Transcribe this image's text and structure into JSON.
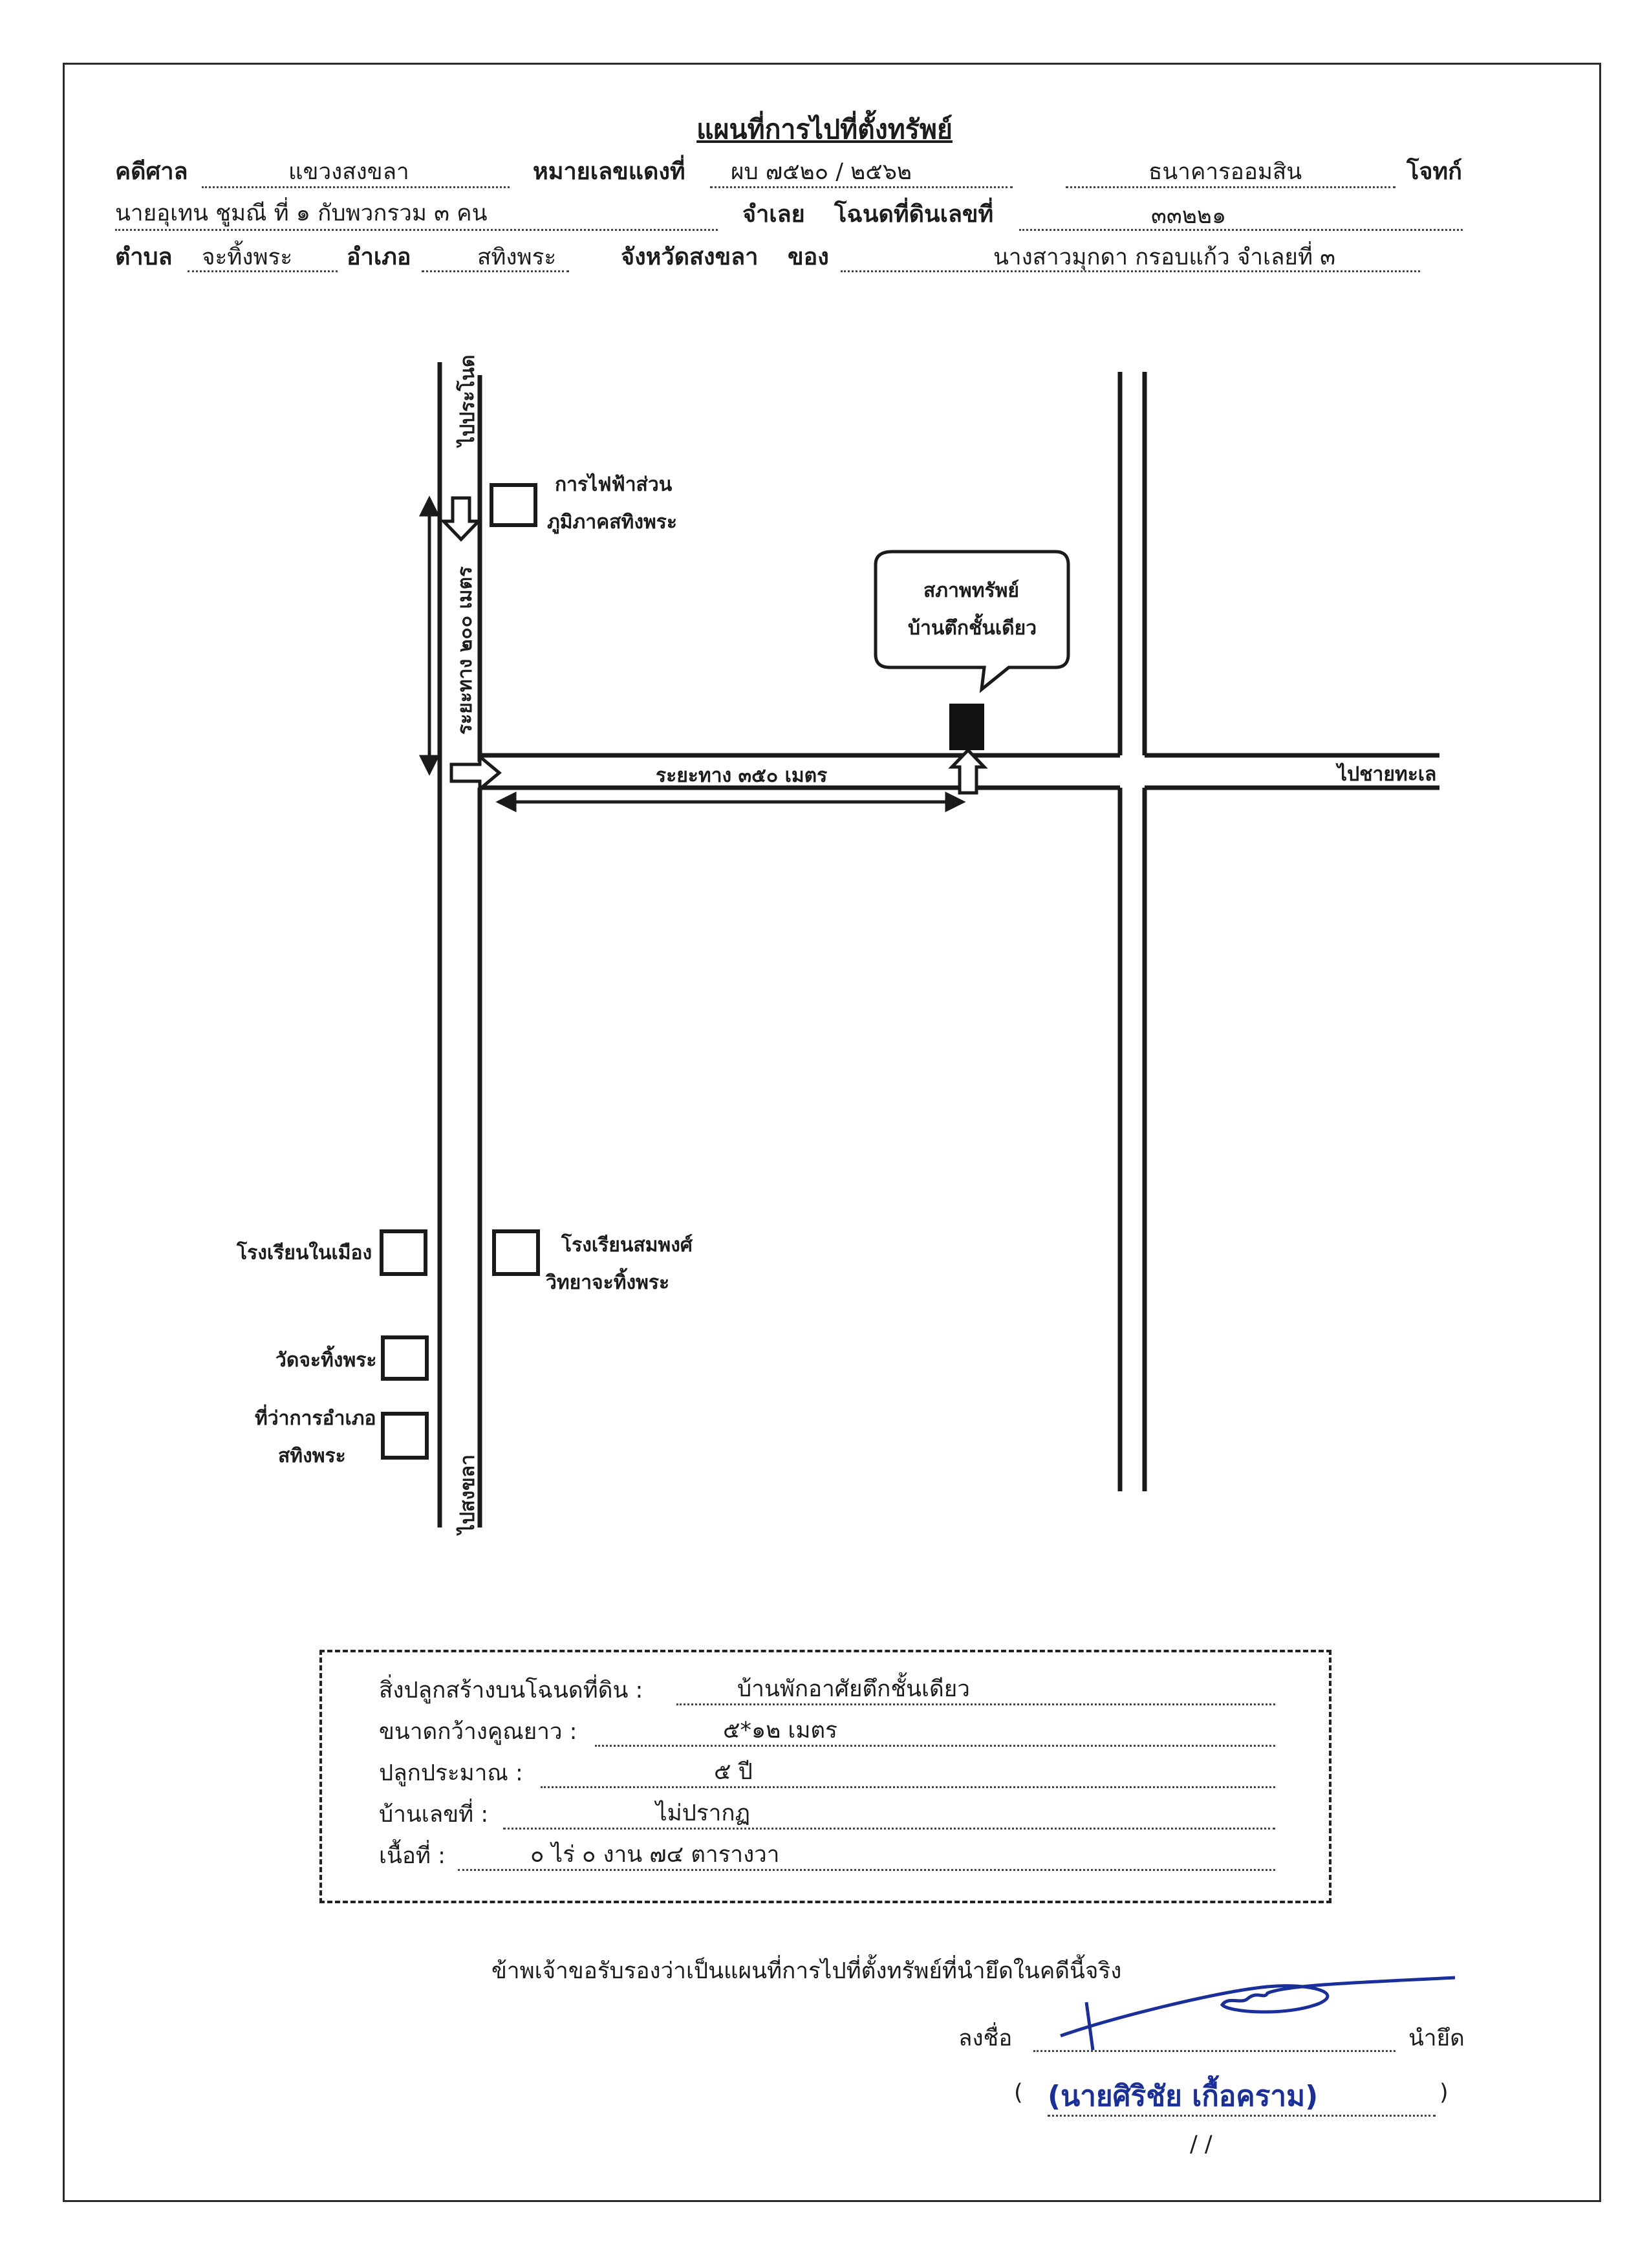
{
  "title": "แผนที่การไปที่ตั้งทรัพย์",
  "header": {
    "court_label": "คดีศาล",
    "court_value": "แขวงสงขลา",
    "red_case_label": "หมายเลขแดงที่",
    "red_case_value": "ผบ  ๗๕๒๐ / ๒๕๖๒",
    "plaintiff_value": "ธนาคารออมสิน",
    "plaintiff_label": "โจทก์",
    "defendant_value": "นายอุเทน ชูมณี ที่ ๑ กับพวกรวม ๓ คน",
    "defendant_label": "จำเลย",
    "deed_label": "โฉนดที่ดินเลขที่",
    "deed_value": "๓๓๒๒๑",
    "subdistrict_label": "ตำบล",
    "subdistrict_value": "จะทิ้งพระ",
    "district_label": "อำเภอ",
    "district_value": "สทิงพระ",
    "province_label": "จังหวัดสงขลา",
    "owner_label": "ของ",
    "owner_value": "นางสาวมุกดา กรอบแก้ว จำเลยที่ ๓"
  },
  "map": {
    "to_pranot": "ไปประโนด",
    "to_songkhla": "ไปสงขลา",
    "to_beach": "ไปชายทะเล",
    "dist_200": "ระยะทาง ๒๐๐ เมตร",
    "dist_350": "ระยะทาง ๓๕๐ เมตร",
    "pea_line1": "การไฟฟ้าส่วน",
    "pea_line2": "ภูมิภาคสทิงพระ",
    "callout_line1": "สภาพทรัพย์",
    "callout_line2": "บ้านตึกชั้นเดียว",
    "school_city": "โรงเรียนในเมือง",
    "school_sompong_line1": "โรงเรียนสมพงศ์",
    "school_sompong_line2": "วิทยาจะทิ้งพระ",
    "temple": "วัดจะทิ้งพระ",
    "district_office_line1": "ที่ว่าการอำเภอ",
    "district_office_line2": "สทิงพระ"
  },
  "info": {
    "building_label": "สิ่งปลูกสร้างบนโฉนดที่ดิน :",
    "building_value": "บ้านพักอาศัยตึกชั้นเดียว",
    "size_label": "ขนาดกว้างคูณยาว :",
    "size_value": "๕*๑๒ เมตร",
    "age_label": "ปลูกประมาณ :",
    "age_value": "๕ ปี",
    "house_no_label": "บ้านเลขที่ :",
    "house_no_value": "ไม่ปรากฏ",
    "area_label": "เนื้อที่ :",
    "area_value": "๐ ไร่ ๐ งาน ๗๔ ตารางวา"
  },
  "certification": {
    "statement": "ข้าพเจ้าขอรับรองว่าเป็นแผนที่การไปที่ตั้งทรัพย์ที่นำยึดในคดีนี้จริง",
    "sign_label": "ลงชื่อ",
    "role": "นำยึด",
    "open_paren": "(",
    "name": "(นายศิริชัย  เกื้อคราม)",
    "close_paren": ")",
    "date": "/        /"
  },
  "colors": {
    "ink": "#1c1c1c",
    "signature": "#1a2f9a"
  }
}
